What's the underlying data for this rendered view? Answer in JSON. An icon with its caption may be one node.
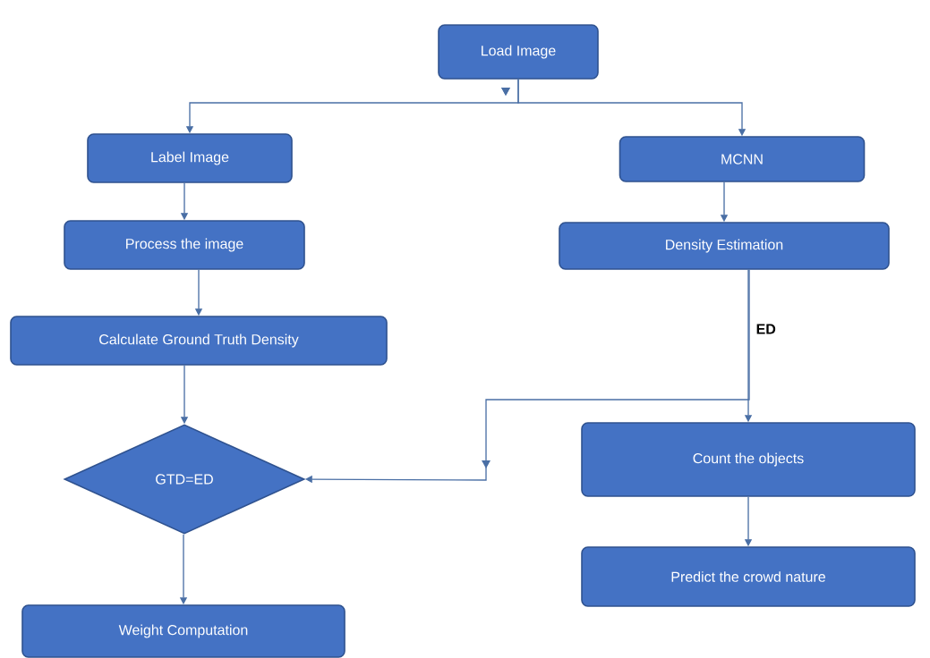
{
  "diagram": {
    "nodes": [
      {
        "text": [
          "Load Image"
        ]
      },
      {
        "text": [
          "Label Image"
        ]
      },
      {
        "text": [
          "MCNN"
        ]
      },
      {
        "text": [
          "Process the image"
        ]
      },
      {
        "text": [
          "Density Estimation"
        ]
      },
      {
        "text": [
          "Calculate Ground Truth Density"
        ]
      },
      {
        "text": [
          "GTD=ED"
        ]
      },
      {
        "text": [
          "Count the objects"
        ]
      },
      {
        "text": [
          "Predict the crowd nature"
        ]
      },
      {
        "text": [
          "Weight Computation"
        ]
      }
    ],
    "edges": [
      {
        "from": 0,
        "to": 1,
        "arrow": "to"
      },
      {
        "from": 0,
        "to": 2,
        "arrow": "to"
      },
      {
        "from": 1,
        "to": 3,
        "arrow": "to"
      },
      {
        "from": 3,
        "to": 5,
        "arrow": "to"
      },
      {
        "from": 5,
        "to": 6,
        "arrow": "to"
      },
      {
        "from": 6,
        "to": 9,
        "arrow": "to"
      },
      {
        "from": 2,
        "to": 4,
        "arrow": "to"
      },
      {
        "from": 4,
        "to": 7,
        "arrow": "to",
        "label": "ED"
      },
      {
        "from": 4,
        "to": 6,
        "arrow": "to"
      },
      {
        "from": 7,
        "to": 8,
        "arrow": "to"
      }
    ]
  }
}
